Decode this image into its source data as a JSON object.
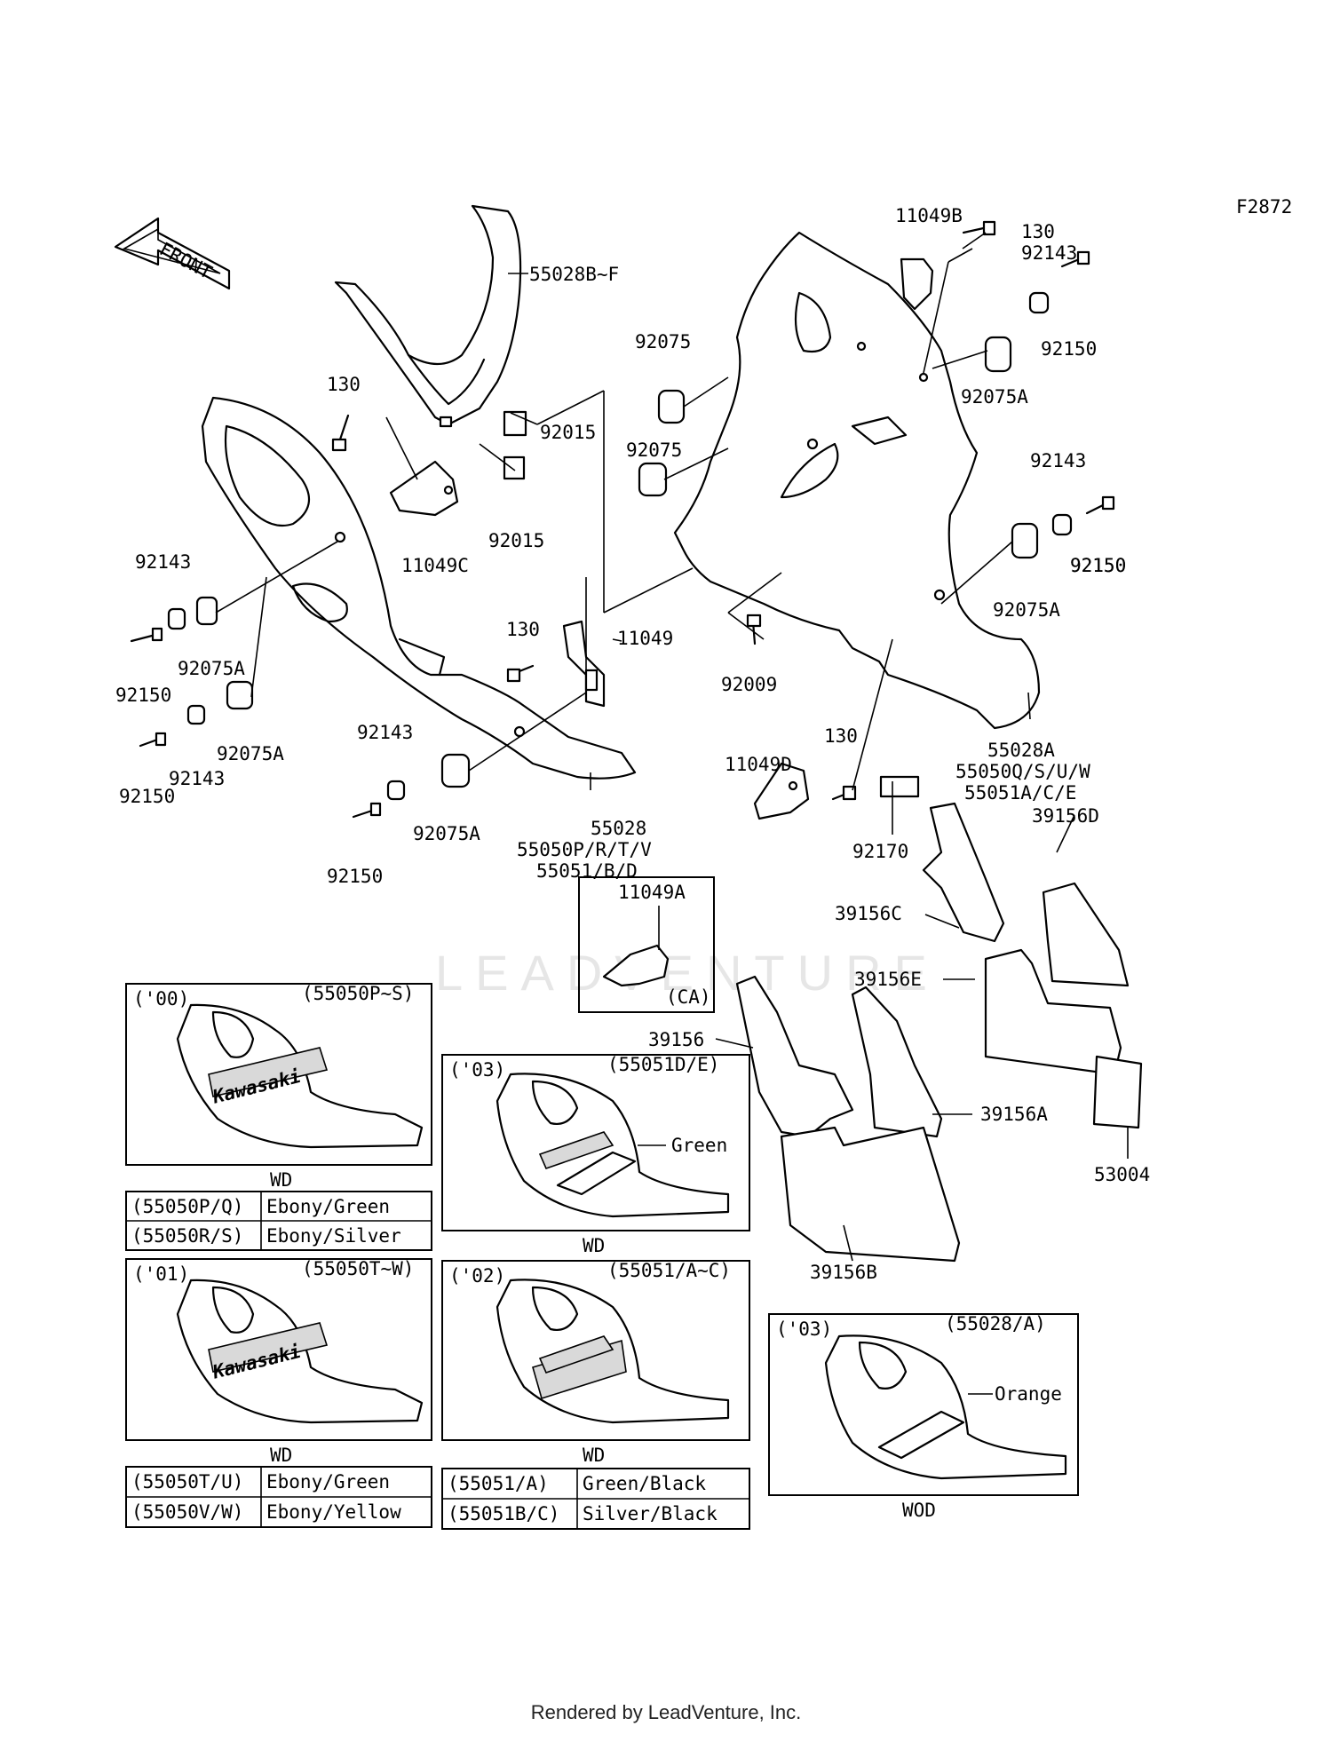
{
  "diagram_code": "F2872",
  "front_label": "FRONT",
  "watermark": "LEADVENTURE",
  "footer": "Rendered by LeadVenture, Inc.",
  "callouts": [
    {
      "id": "c1",
      "text": "55028B~F"
    },
    {
      "id": "c2",
      "text": "11049B"
    },
    {
      "id": "c3",
      "text": "130"
    },
    {
      "id": "c4",
      "text": "92143"
    },
    {
      "id": "c5",
      "text": "92150"
    },
    {
      "id": "c6",
      "text": "92075A"
    },
    {
      "id": "c7",
      "text": "92075"
    },
    {
      "id": "c8",
      "text": "92075"
    },
    {
      "id": "c9",
      "text": "130"
    },
    {
      "id": "c10",
      "text": "92015"
    },
    {
      "id": "c11",
      "text": "92015"
    },
    {
      "id": "c12",
      "text": "11049C"
    },
    {
      "id": "c13",
      "text": "92143"
    },
    {
      "id": "c14",
      "text": "92150"
    },
    {
      "id": "c15",
      "text": "92075A"
    },
    {
      "id": "c16",
      "text": "92143"
    },
    {
      "id": "c17",
      "text": "92075A"
    },
    {
      "id": "c18",
      "text": "92150"
    },
    {
      "id": "c19",
      "text": "92075A"
    },
    {
      "id": "c20",
      "text": "92150"
    },
    {
      "id": "c21",
      "text": "92143"
    },
    {
      "id": "c22",
      "text": "92150"
    },
    {
      "id": "c23",
      "text": "130"
    },
    {
      "id": "c24",
      "text": "11049"
    },
    {
      "id": "c25",
      "text": "92009"
    },
    {
      "id": "c26",
      "text": "92143"
    },
    {
      "id": "c27",
      "text": "92075A"
    },
    {
      "id": "c28",
      "text": "92150"
    },
    {
      "id": "c29",
      "text": "55028"
    },
    {
      "id": "c30",
      "text": "55050P/R/T/V"
    },
    {
      "id": "c31",
      "text": "55051/B/D"
    },
    {
      "id": "c32",
      "text": "11049D"
    },
    {
      "id": "c33",
      "text": "130"
    },
    {
      "id": "c34",
      "text": "92170"
    },
    {
      "id": "c35",
      "text": "55028A"
    },
    {
      "id": "c36",
      "text": "55050Q/S/U/W"
    },
    {
      "id": "c37",
      "text": "55051A/C/E"
    },
    {
      "id": "c38",
      "text": "39156D"
    },
    {
      "id": "c39",
      "text": "39156C"
    },
    {
      "id": "c40",
      "text": "39156E"
    },
    {
      "id": "c41",
      "text": "39156"
    },
    {
      "id": "c42",
      "text": "39156A"
    },
    {
      "id": "c43",
      "text": "53004"
    },
    {
      "id": "c44",
      "text": "39156B"
    },
    {
      "id": "c45",
      "text": "11049A"
    },
    {
      "id": "c46",
      "text": "(CA)"
    }
  ],
  "variants": [
    {
      "year": "('00)",
      "parts": "(55050P~S)",
      "finish": "WD",
      "logo": "Kawasaki",
      "rows": [
        [
          "(55050P/Q)",
          "Ebony/Green"
        ],
        [
          "(55050R/S)",
          "Ebony/Silver"
        ]
      ]
    },
    {
      "year": "('03)",
      "parts": "(55051D/E)",
      "finish": "WD",
      "note": "Green",
      "rows": []
    },
    {
      "year": "('01)",
      "parts": "(55050T~W)",
      "finish": "WD",
      "logo": "Kawasaki",
      "rows": [
        [
          "(55050T/U)",
          "Ebony/Green"
        ],
        [
          "(55050V/W)",
          "Ebony/Yellow"
        ]
      ]
    },
    {
      "year": "('02)",
      "parts": "(55051/A~C)",
      "finish": "WD",
      "rows": [
        [
          "(55051/A)",
          "Green/Black"
        ],
        [
          "(55051B/C)",
          "Silver/Black"
        ]
      ]
    },
    {
      "year": "('03)",
      "parts": "(55028/A)",
      "finish": "WOD",
      "note": "Orange",
      "rows": []
    }
  ]
}
